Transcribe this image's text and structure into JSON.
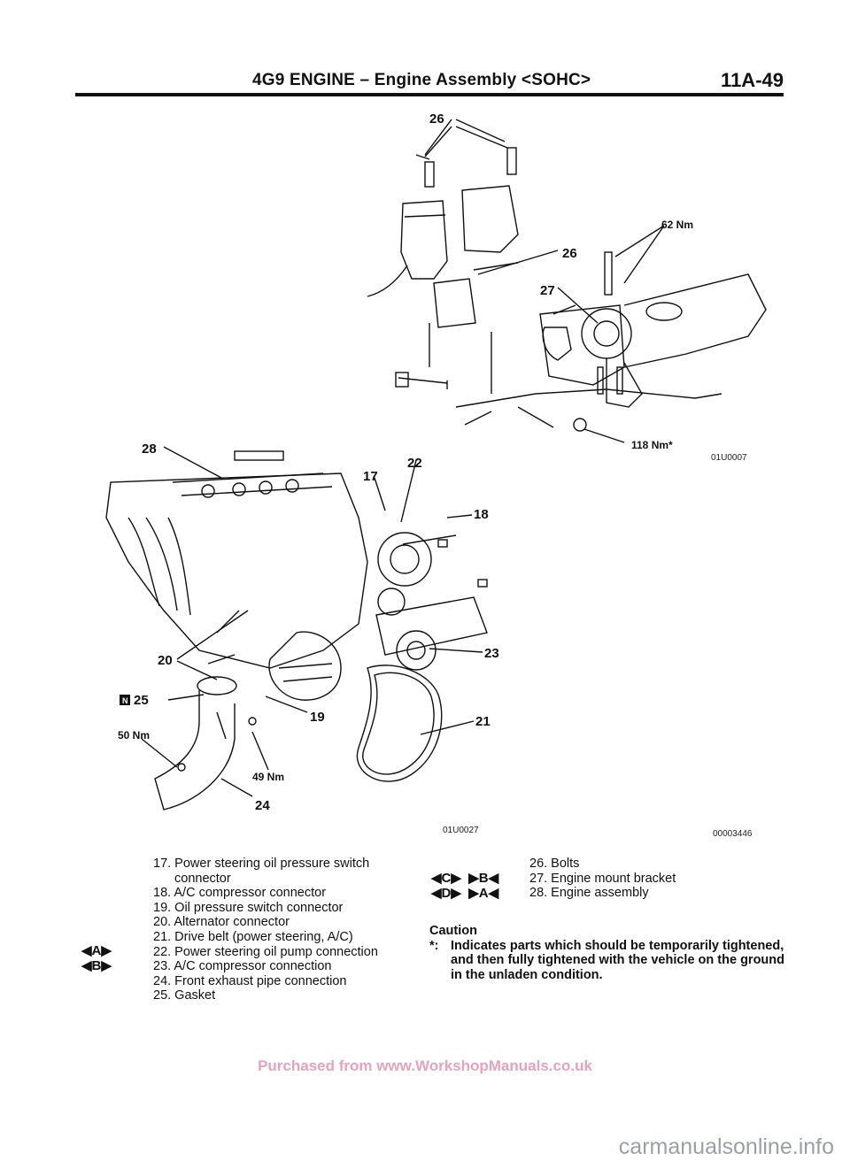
{
  "header": {
    "title": "4G9 ENGINE – Engine Assembly <SOHC>",
    "page_number": "11A-49"
  },
  "diagram": {
    "callouts": {
      "c26_top": "26",
      "c26_mid": "26",
      "c27": "27",
      "t62": "62 Nm",
      "t118": "118 Nm*",
      "c28": "28",
      "c17": "17",
      "c22": "22",
      "c18": "18",
      "c20": "20",
      "c23": "23",
      "c25": "25",
      "c19": "19",
      "c21": "21",
      "t50": "50 Nm",
      "t49": "49 Nm",
      "c24": "24",
      "n_mark": "N"
    },
    "codes": {
      "upper": "01U0007",
      "lower": "01U0027",
      "page": "00003446"
    }
  },
  "legend_left": [
    "17. Power steering oil pressure switch",
    "connector",
    "18. A/C compressor connector",
    "19. Oil pressure switch connector",
    "20. Alternator connector",
    "21. Drive belt (power steering, A/C)",
    "22. Power steering oil pump connection",
    "23. A/C compressor connection",
    "24. Front exhaust pipe connection",
    "25. Gasket"
  ],
  "legend_right": [
    "26. Bolts",
    "27. Engine mount bracket",
    "28. Engine assembly"
  ],
  "marks_left": {
    "m22": "◀A▶",
    "m23": "◀B▶"
  },
  "marks_right": {
    "m27a": "◀C▶",
    "m27b": "▶B◀",
    "m28a": "◀D▶",
    "m28b": "▶A◀"
  },
  "caution": {
    "heading": "Caution",
    "star": "*:",
    "text": "Indicates parts which should be temporarily tightened, and then fully tightened with the vehicle on the ground in the unladen condition."
  },
  "footer": "Purchased from www.WorkshopManuals.co.uk",
  "watermark": "carmanualsonline.info"
}
